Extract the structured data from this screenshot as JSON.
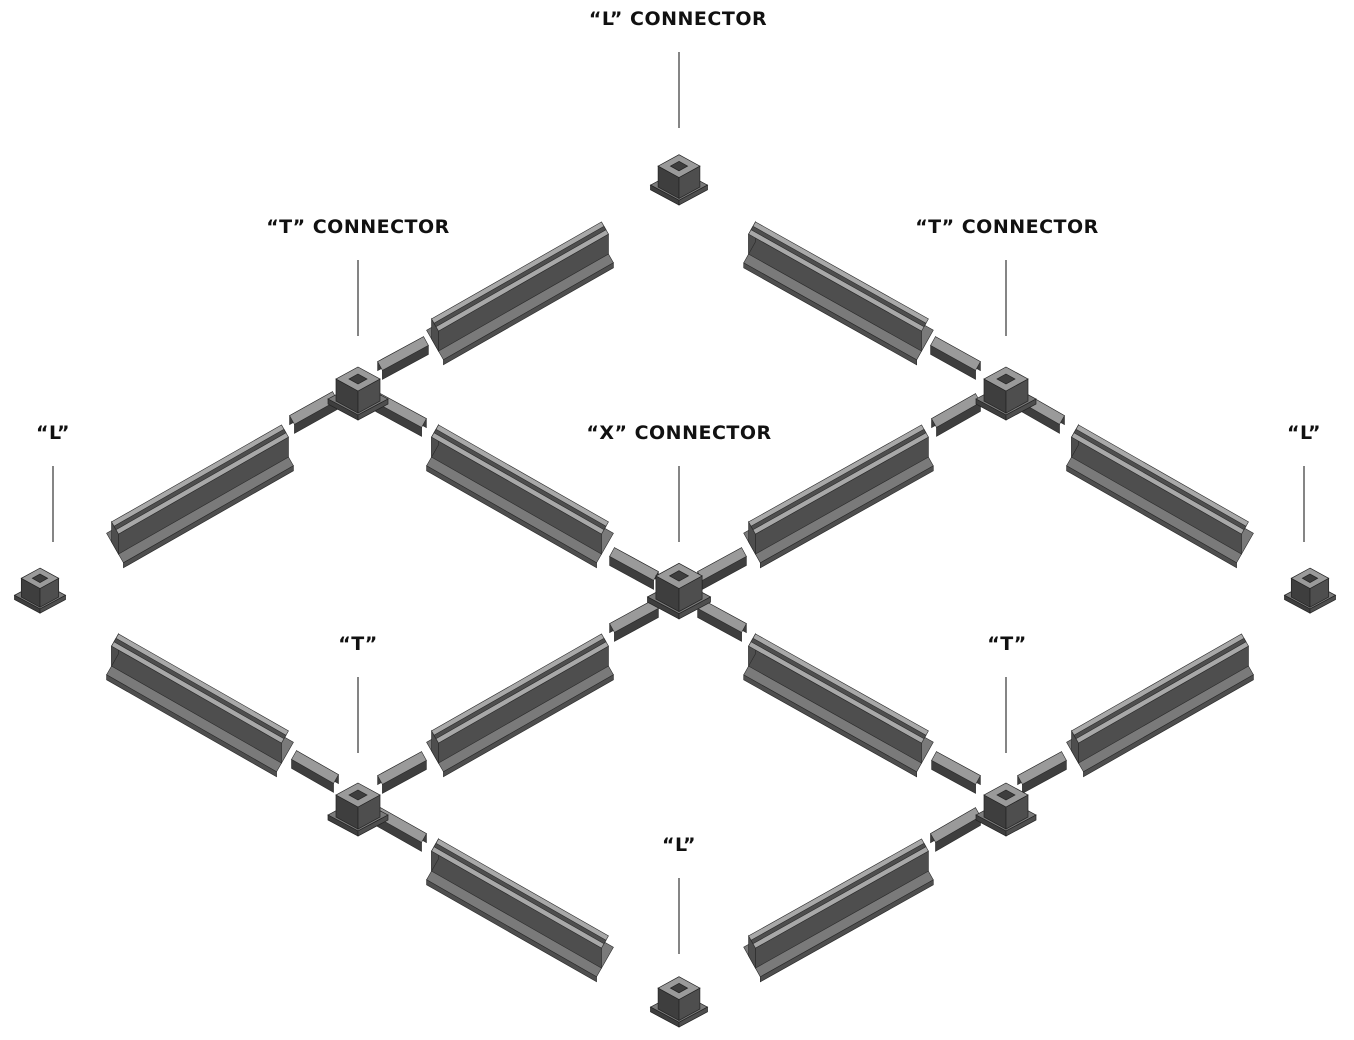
{
  "labels": {
    "l_top": "“L” CONNECTOR",
    "t_upper_left": "“T” CONNECTOR",
    "t_upper_right": "“T” CONNECTOR",
    "x_center": "“X” CONNECTOR",
    "l_left": "“L”",
    "l_right": "“L”",
    "t_lower_left": "“T”",
    "t_lower_right": "“T”",
    "l_bottom": "“L”"
  },
  "colors": {
    "rail_dark": "#4e4e4e",
    "rail_mid": "#7a7a7a",
    "rail_light": "#a8a8a8",
    "connector_dark": "#3e3e3e",
    "connector_light": "#9a9a9a",
    "label": "#111111",
    "leader": "#333333"
  }
}
